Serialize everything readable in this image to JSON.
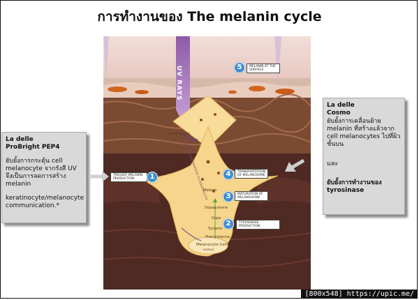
{
  "title": "การทำงานของ The melanin cycle",
  "left_box": {
    "heading1": "La delle",
    "heading2": "ProBright PEP4",
    "body1": "ยับยั้งการกระตุ้น cell melanocyte จากรังสี UV จึงเป็นการลดการสร้าง melanin",
    "body2": "keratinocyte/melanocyte communication.*"
  },
  "right_box": {
    "heading1": "La delle",
    "heading2": "Cosmo",
    "body1": "ยับยั้งการเคลื่อนย้าย melanin ที่สร้างแล้วจาก cell melanocytes ไปที่ผิวชั้นบน",
    "body2": "และ",
    "body3": "ยับยั้งการทำงานของ tyrosinase"
  },
  "diagram": {
    "uv_label": "UV RAYS",
    "keratinocyte": "Keratinocyte",
    "melanin": "Melanin",
    "dopaquinone": "Dopaquinone",
    "dopa": "Dopa",
    "tyrosine": "Tyrosine",
    "phenylalanine": "Phenylalanine",
    "melanocyte_cell": "Melanocyte Cell",
    "nucleus": "nucleus",
    "transfer_text": "MELANOSOME TRANSFER TO KERATINOCYTE",
    "steps": [
      {
        "number": "1",
        "label": "TRIGGER MELANIN PRODUCTION"
      },
      {
        "number": "2",
        "label": "TYROSINASE PRODUCTION"
      },
      {
        "number": "3",
        "label": "MATURATION OF MELANOSOME"
      },
      {
        "number": "4",
        "label": "TRANSPORTATION OF MELANOSOME"
      },
      {
        "number": "5",
        "label": "MELANIN AT THE SURFACE"
      }
    ]
  },
  "footer": "[800x548] https://upic.me/",
  "colors": {
    "uv_beam": "#b58ac8",
    "badge": "#3f8fd2",
    "cell_fill": "#f6d68c",
    "skin_dark": "#5a2f24",
    "side_box": "#d9d9d9"
  }
}
